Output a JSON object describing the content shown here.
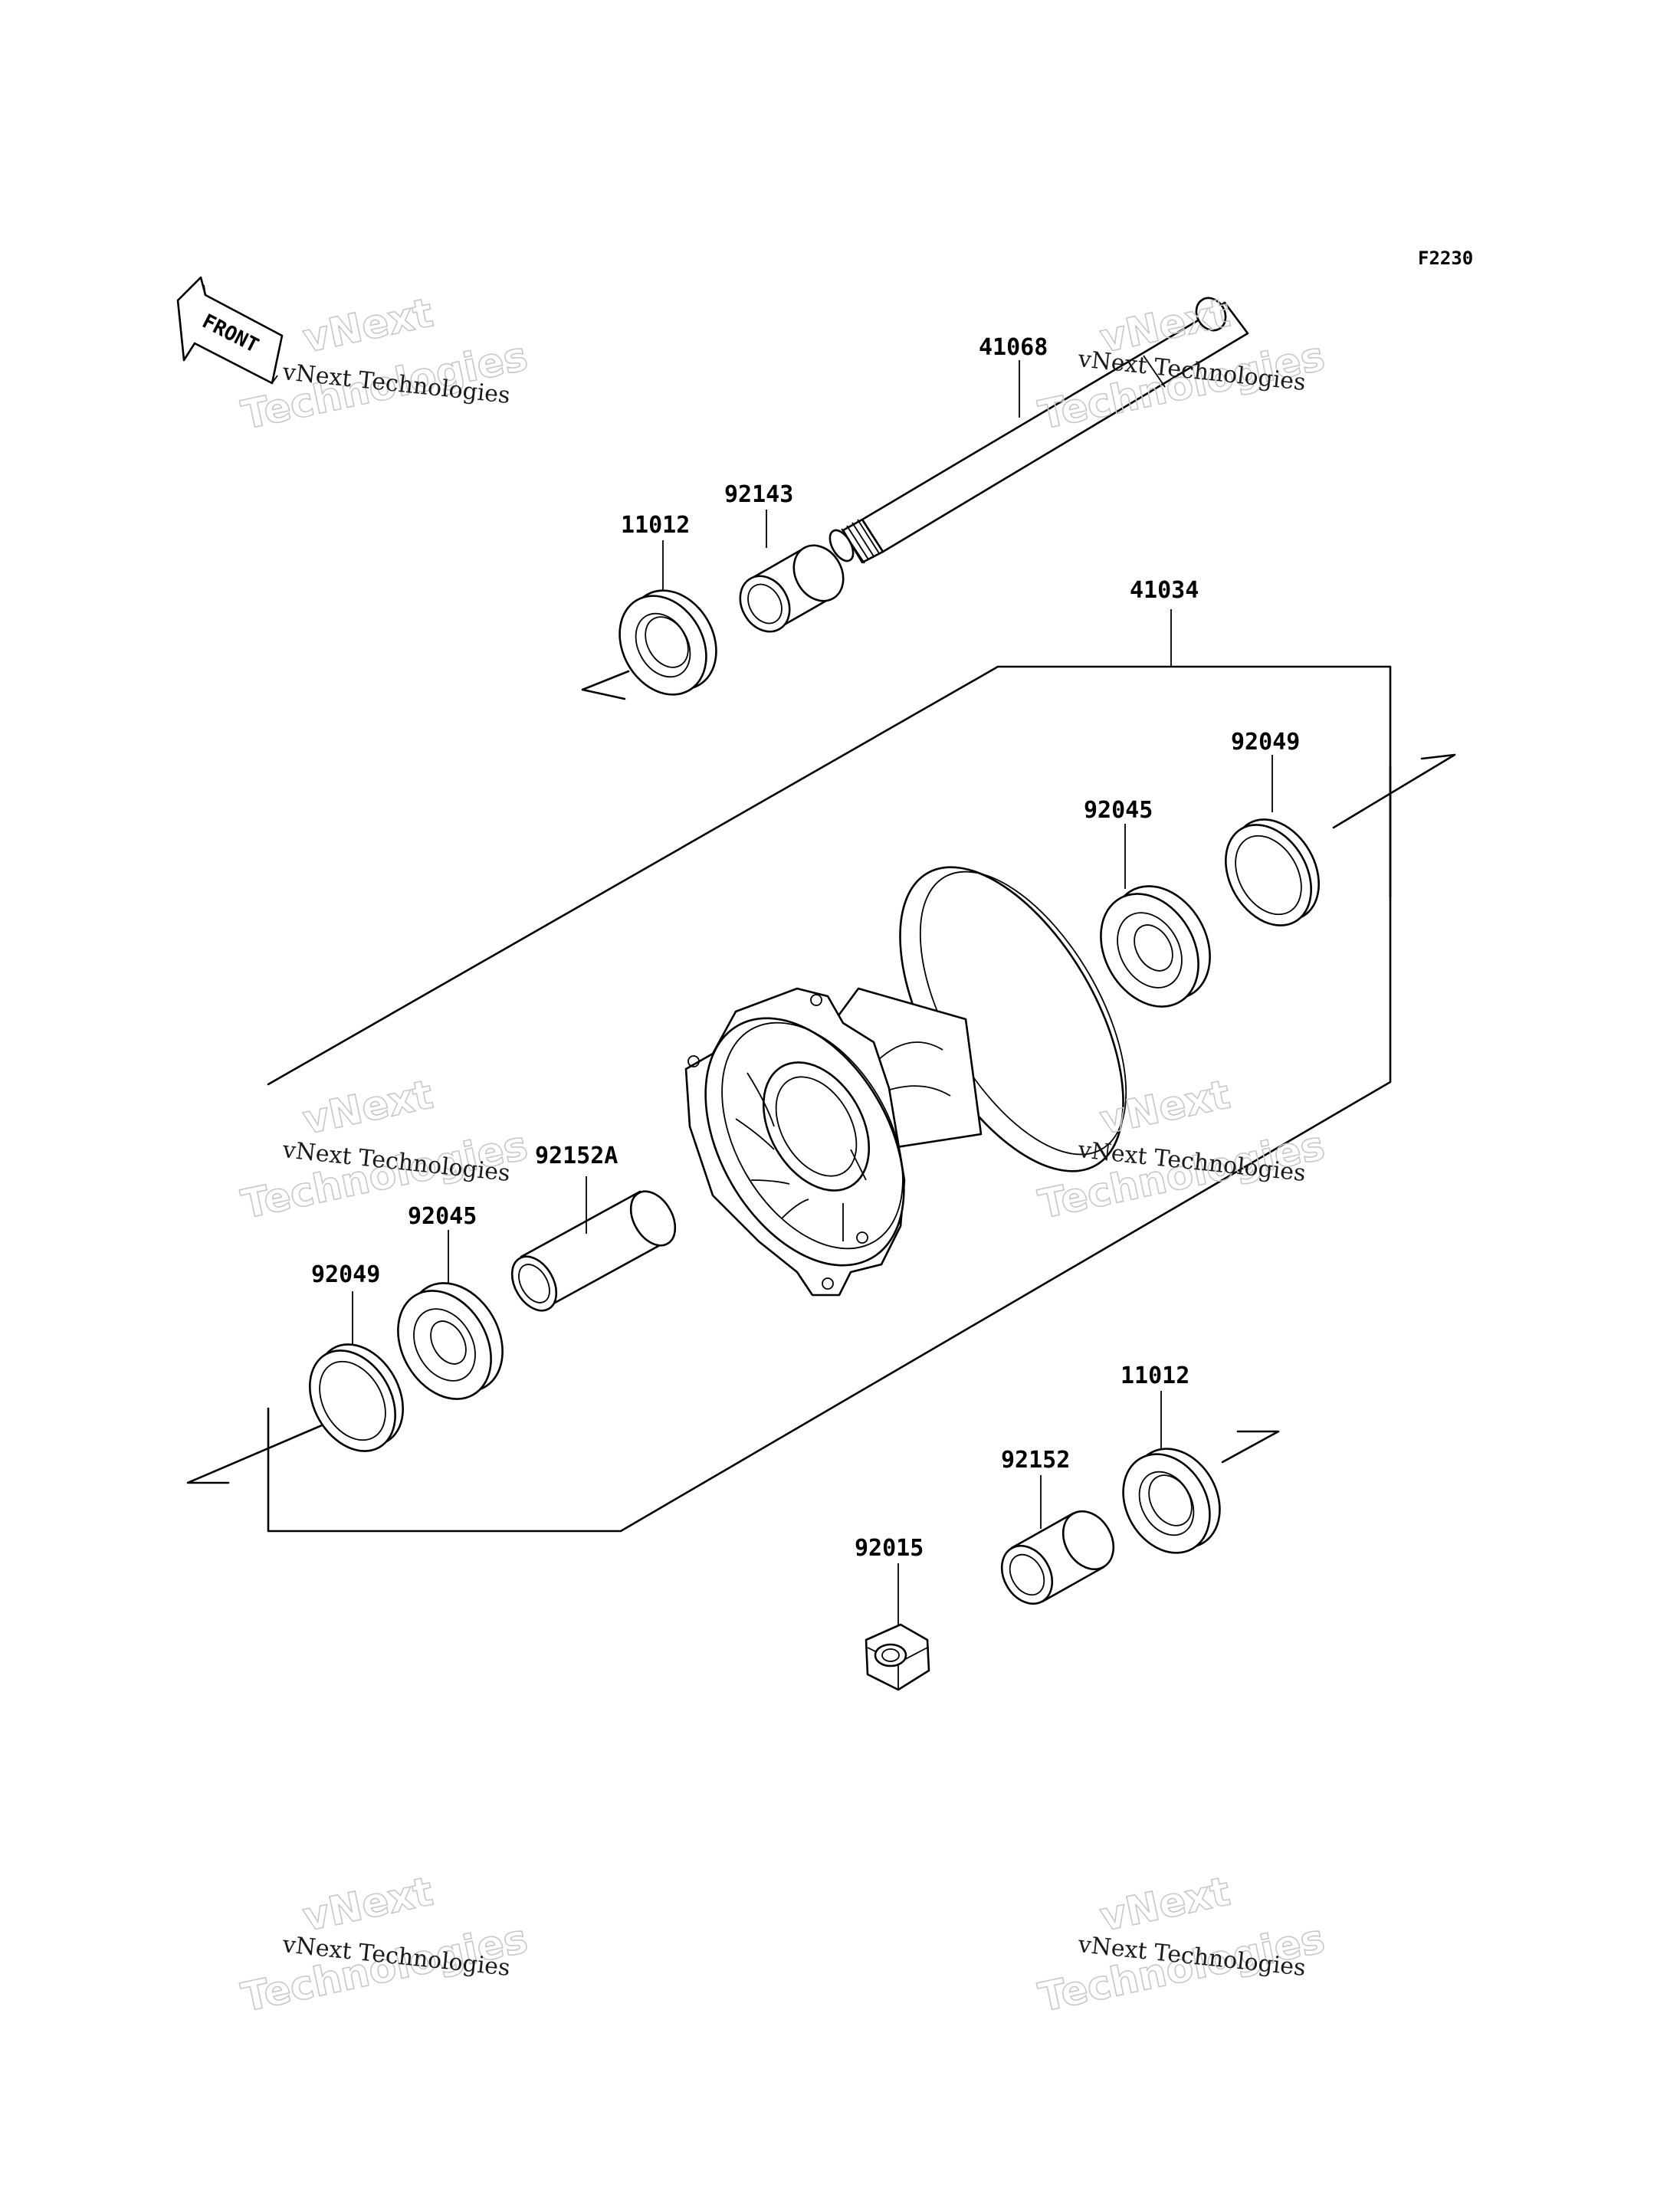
{
  "figure_code": "F2230",
  "front_arrow_label": "FRONT",
  "parts": [
    {
      "id": "41068",
      "label": "41068"
    },
    {
      "id": "92143",
      "label": "92143"
    },
    {
      "id": "11012-upper",
      "label": "11012"
    },
    {
      "id": "41034",
      "label": "41034"
    },
    {
      "id": "92049-right",
      "label": "92049"
    },
    {
      "id": "92045-right",
      "label": "92045"
    },
    {
      "id": "92152A",
      "label": "92152A"
    },
    {
      "id": "92045-left",
      "label": "92045"
    },
    {
      "id": "92049-left",
      "label": "92049"
    },
    {
      "id": "11012-lower",
      "label": "11012"
    },
    {
      "id": "92152",
      "label": "92152"
    },
    {
      "id": "92015",
      "label": "92015"
    }
  ],
  "watermark": {
    "line1": "vNext Technologies",
    "line2a": "vNext",
    "line2b": "Technologies"
  }
}
